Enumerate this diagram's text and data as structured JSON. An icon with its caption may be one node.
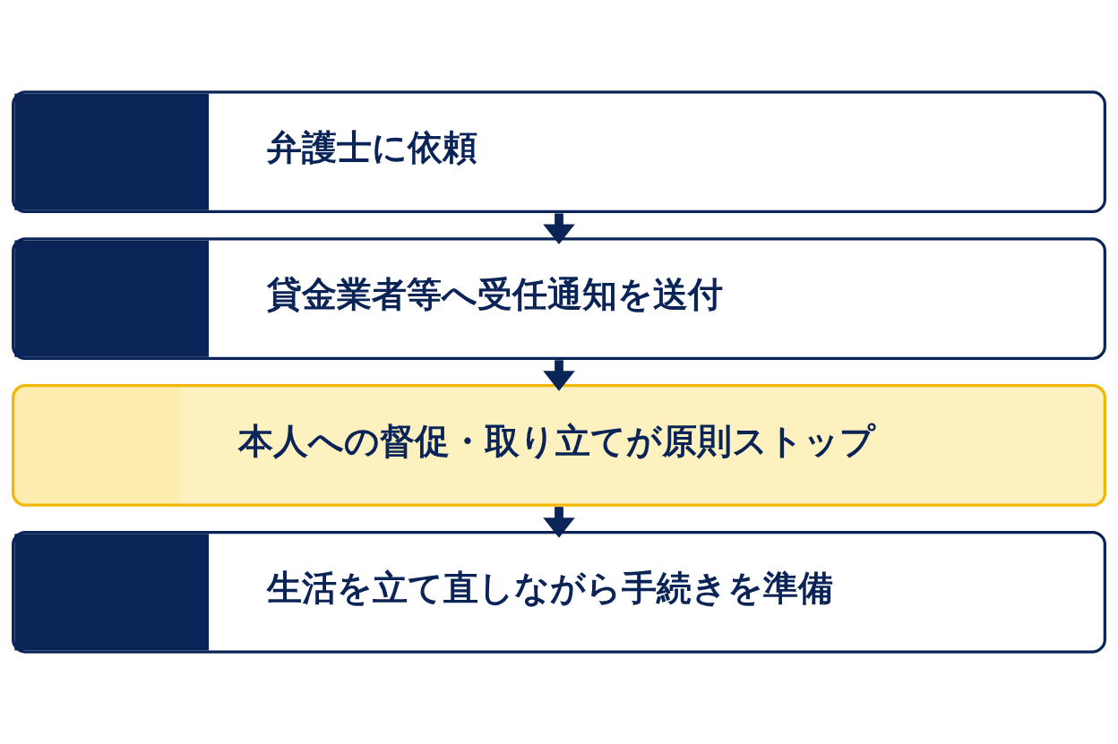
{
  "diagram": {
    "nodes": [
      {
        "text": [
          "弁護士に依頼"
        ]
      },
      {
        "text": [
          "貸金業者等へ受任通知を送付"
        ]
      },
      {
        "text": [
          "本人への督促・取り立てが原則ストップ"
        ]
      },
      {
        "text": [
          "生活を立て直しながら手続きを準備"
        ]
      }
    ],
    "edges": [
      {
        "from": 0,
        "to": 1,
        "arrow": "to"
      },
      {
        "from": 1,
        "to": 2,
        "arrow": "to"
      },
      {
        "from": 2,
        "to": 3,
        "arrow": "to"
      }
    ]
  }
}
